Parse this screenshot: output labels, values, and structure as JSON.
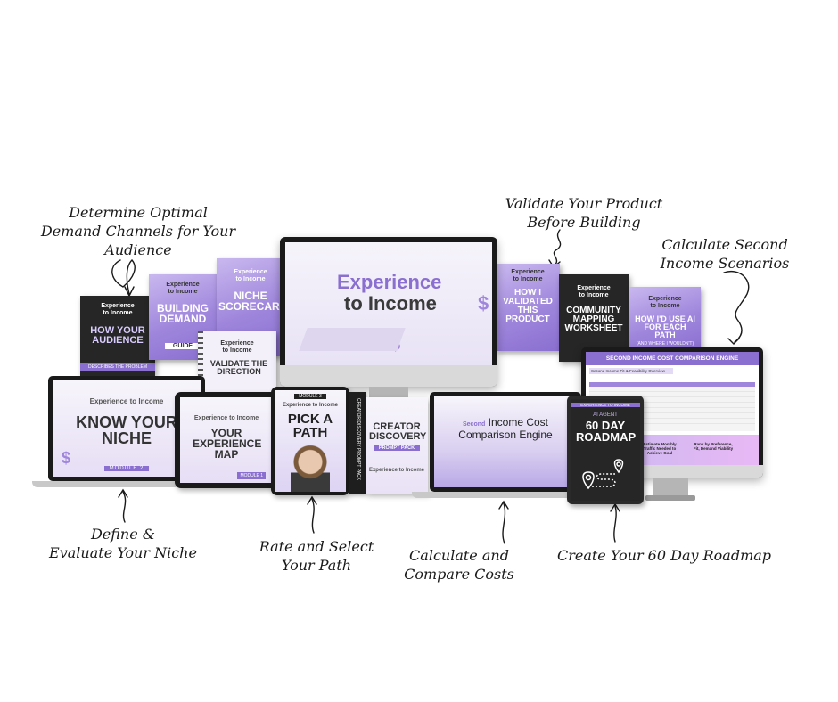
{
  "callouts": {
    "demand": "Determine Optimal\nDemand Channels for Your\nAudience",
    "validate": "Validate Your Product\nBefore Building",
    "calculate_income": "Calculate Second\nIncome Scenarios",
    "define": "Define &\nEvaluate Your Niche",
    "rate": "Rate and Select\nYour Path",
    "compare": "Calculate and\nCompare Costs",
    "roadmap": "Create Your 60 Day Roadmap"
  },
  "brand": {
    "line1": "Experience",
    "line2": "to Income"
  },
  "imac": {
    "title1": "Experience",
    "title2": "to Income"
  },
  "products": {
    "how_your_audience": {
      "title": "HOW YOUR AUDIENCE",
      "sub": "DESCRIBES THE PROBLEM"
    },
    "building_demand": {
      "title": "BUILDING DEMAND",
      "tag": "GUIDE"
    },
    "niche_scorecard": {
      "title": "NICHE SCORECARD"
    },
    "validate_direction": {
      "title": "VALIDATE THE DIRECTION"
    },
    "how_i_validated": {
      "title": "HOW I VALIDATED THIS PRODUCT"
    },
    "community_mapping": {
      "title": "COMMUNITY MAPPING WORKSHEET"
    },
    "ai_each_path": {
      "title": "HOW I'D USE AI FOR EACH PATH",
      "sub": "(AND WHERE I WOULDN'T)"
    },
    "know_your_niche": {
      "title": "KNOW YOUR NICHE",
      "tag": "MODULE 2"
    },
    "experience_map": {
      "title": "YOUR EXPERIENCE MAP",
      "tag": "MODULE 1"
    },
    "pick_a_path": {
      "title": "PICK A PATH",
      "tag": "MODULE 3"
    },
    "creator_discovery": {
      "title": "CREATOR DISCOVERY",
      "tag": "PROMPT PACK",
      "spine": "CREATOR DISCOVERY PROMPT PACK"
    },
    "cost_engine": {
      "title_accent": "Second",
      "title_rest": "Income Cost",
      "title2": "Comparison Engine"
    },
    "roadmap": {
      "top": "EXPERIENCE TO INCOME",
      "kicker": "AI AGENT",
      "title": "60 DAY ROADMAP"
    },
    "income_engine": {
      "title": "SECOND INCOME COST COMPARISON ENGINE",
      "subtitle": "Second Income Fit & Feasibility Overview",
      "note1": "Estimate Monthly Traffic Needed to Achieve Goal",
      "note2": "Rank by Preference, Fit, Demand Viability"
    }
  },
  "colors": {
    "accent": "#8a6fd0",
    "accent_light": "#c9b8ef",
    "dark": "#262626"
  },
  "icons": [
    "dollar-sign-icon",
    "map-pin-icon",
    "arrow-icon"
  ]
}
